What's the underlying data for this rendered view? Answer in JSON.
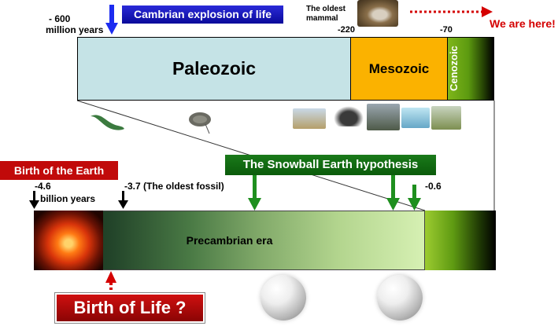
{
  "top": {
    "label_minus600": "- 600",
    "label_million_years": "million years",
    "cambrian_banner": "Cambrian explosion of life",
    "oldest_mammal_line1": "The oldest",
    "oldest_mammal_line2": "mammal",
    "we_are_here": "We are here!",
    "tick_220": "-220",
    "tick_70": "-70"
  },
  "eras": {
    "paleozoic": "Paleozoic",
    "mesozoic": "Mesozoic",
    "cenozoic": "Cenozoic"
  },
  "lower": {
    "birth_of_earth": "Birth of the Earth",
    "snowball": "The Snowball Earth hypothesis",
    "tick_46": "-4.6",
    "billion_years": "billion years",
    "oldest_fossil": "-3.7 (The oldest fossil)",
    "tick_06": "-0.6",
    "precambrian": "Precambrian era",
    "birth_of_life": "Birth of Life ?"
  },
  "colors": {
    "blue_arrow": "#1c2cf0",
    "red_arrow": "#d40000",
    "green_arrow": "#1e8f1e",
    "paleozoic": "#c5e3e6",
    "mesozoic": "#fbb200",
    "cenozoic": "#7fb61a"
  },
  "icons": [
    "blue-down-arrow-icon",
    "red-dotted-right-arrow-icon",
    "green-down-arrow-icon",
    "black-down-arrow-icon",
    "red-dashed-up-arrow-icon",
    "snowball-earth-globe-icon"
  ]
}
